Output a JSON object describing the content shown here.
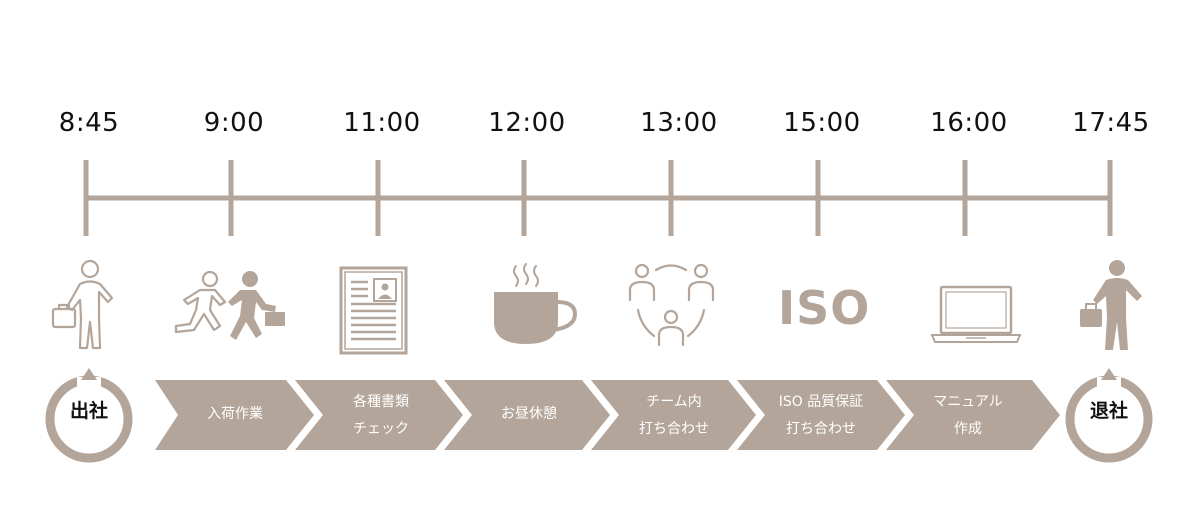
{
  "colors": {
    "accent": "#b3a59a",
    "text": "#111111",
    "label_text": "#ffffff"
  },
  "timeline": {
    "times": [
      "8:45",
      "9:00",
      "11:00",
      "12:00",
      "13:00",
      "15:00",
      "16:00",
      "17:45"
    ]
  },
  "icons": [
    "person-with-bag-arriving-icon",
    "running-people-icon",
    "document-icon",
    "coffee-cup-icon",
    "team-meeting-icon",
    "iso-logo-icon",
    "laptop-icon",
    "person-with-bag-leaving-icon"
  ],
  "iso_logo_text": "ISO",
  "start": {
    "label": "出社"
  },
  "end": {
    "label": "退社"
  },
  "steps": [
    {
      "line1": "入荷作業",
      "line2": ""
    },
    {
      "line1": "各種書類",
      "line2": "チェック"
    },
    {
      "line1": "お昼休憩",
      "line2": ""
    },
    {
      "line1": "チーム内",
      "line2": "打ち合わせ"
    },
    {
      "line1": "ISO 品質保証",
      "line2": "打ち合わせ"
    },
    {
      "line1": "マニュアル",
      "line2": "作成"
    }
  ]
}
